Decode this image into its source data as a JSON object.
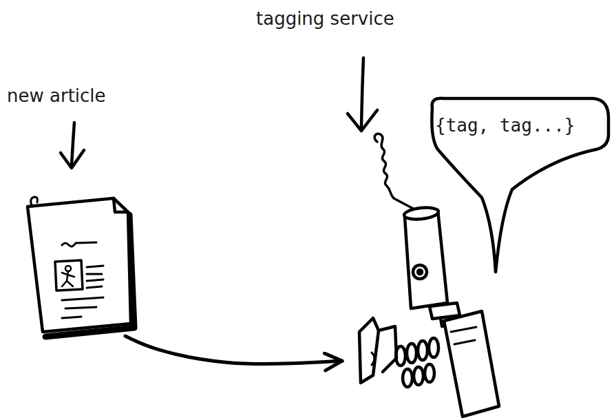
{
  "diagram": {
    "nodes": [
      {
        "text": [
          "new article"
        ]
      },
      {
        "text": [
          "tagging service"
        ]
      },
      {
        "text": [
          "{tag, tag...}"
        ]
      }
    ],
    "edges": [
      {
        "from": 0,
        "to": 1,
        "arrow": "to"
      }
    ]
  }
}
